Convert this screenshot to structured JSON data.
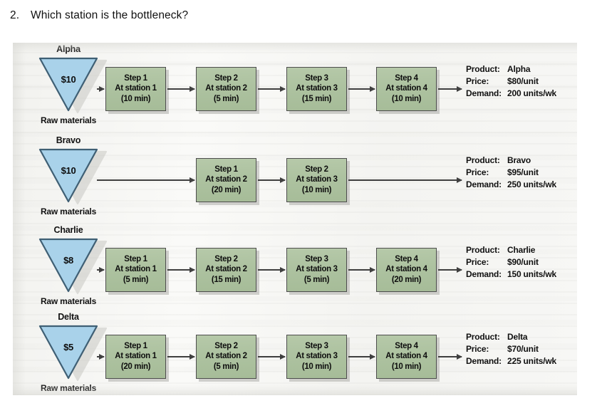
{
  "question": {
    "number": "2.",
    "text": "Which station is the bottleneck?"
  },
  "figure": {
    "raw_materials_label": "Raw materials",
    "info_labels": {
      "product": "Product:",
      "price": "Price:",
      "demand": "Demand:"
    },
    "colors": {
      "step_box_fill": "#adc2a0",
      "step_box_border": "#4d4d4d",
      "triangle_fill": "#a9d2ea",
      "triangle_border": "#3f5f74",
      "arrow": "#3f3f3f",
      "scan_background": "#f6f6f4",
      "text": "#111111"
    },
    "rows": [
      {
        "name": "Alpha",
        "cost": "$10",
        "product": "Alpha",
        "price": "$80/unit",
        "demand": "200 units/wk",
        "steps": [
          {
            "step": "Step 1",
            "station": "At station 1",
            "time": "(10 min)"
          },
          {
            "step": "Step 2",
            "station": "At station 2",
            "time": "(5 min)"
          },
          {
            "step": "Step 3",
            "station": "At station 3",
            "time": "(15 min)"
          },
          {
            "step": "Step 4",
            "station": "At station 4",
            "time": "(10 min)"
          }
        ]
      },
      {
        "name": "Bravo",
        "cost": "$10",
        "product": "Bravo",
        "price": "$95/unit",
        "demand": "250 units/wk",
        "steps": [
          {
            "step": "Step 1",
            "station": "At station 2",
            "time": "(20 min)"
          },
          {
            "step": "Step 2",
            "station": "At station 3",
            "time": "(10 min)"
          }
        ]
      },
      {
        "name": "Charlie",
        "cost": "$8",
        "product": "Charlie",
        "price": "$90/unit",
        "demand": "150 units/wk",
        "steps": [
          {
            "step": "Step 1",
            "station": "At station 1",
            "time": "(5 min)"
          },
          {
            "step": "Step 2",
            "station": "At station 2",
            "time": "(15 min)"
          },
          {
            "step": "Step 3",
            "station": "At station 3",
            "time": "(5 min)"
          },
          {
            "step": "Step 4",
            "station": "At station 4",
            "time": "(20 min)"
          }
        ]
      },
      {
        "name": "Delta",
        "cost": "$5",
        "product": "Delta",
        "price": "$70/unit",
        "demand": "225 units/wk",
        "steps": [
          {
            "step": "Step 1",
            "station": "At station 1",
            "time": "(20 min)"
          },
          {
            "step": "Step 2",
            "station": "At station 2",
            "time": "(5 min)"
          },
          {
            "step": "Step 3",
            "station": "At station 3",
            "time": "(10 min)"
          },
          {
            "step": "Step 4",
            "station": "At station 4",
            "time": "(10 min)"
          }
        ]
      }
    ]
  }
}
